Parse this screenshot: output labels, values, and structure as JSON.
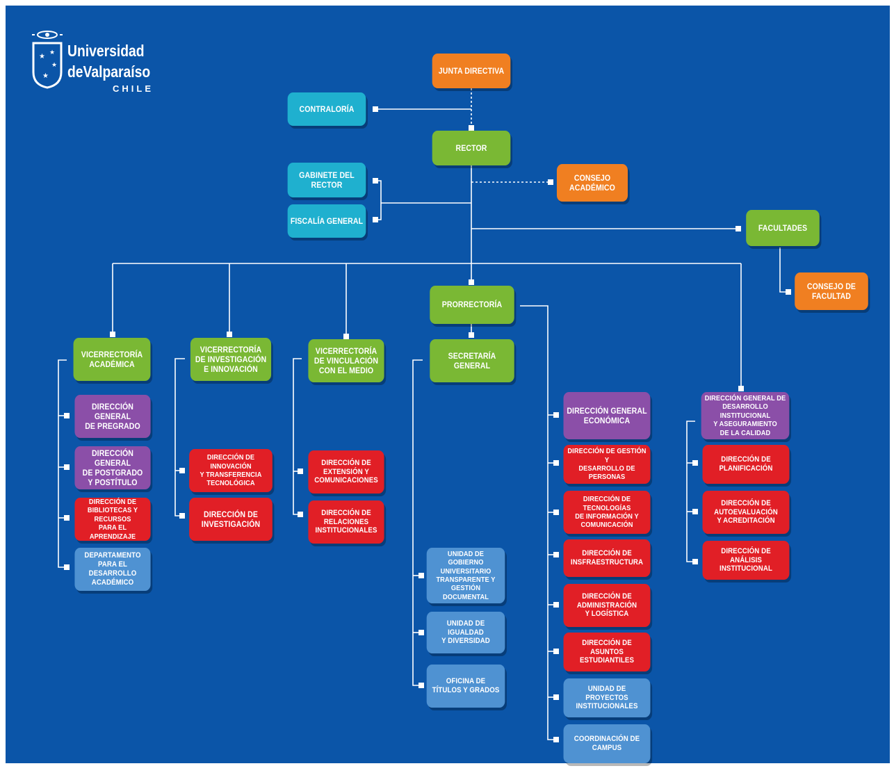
{
  "logo": {
    "line1": "Universidad",
    "line2": "deValparaíso",
    "line3": "CHILE"
  },
  "colors": {
    "background": "#0b55a8",
    "board": "#f07f21",
    "oversight": "#1fb0cf",
    "executive": "#7ab834",
    "directorate_general": "#8b4fa8",
    "directorate": "#e11f26",
    "unit": "#4f92d2",
    "connector": "#ffffff"
  },
  "nodes": {
    "junta_directiva": "JUNTA DIRECTIVA",
    "contraloria": "CONTRALORÍA",
    "rector": "RECTOR",
    "gabinete_rector": "GABINETE DEL\nRECTOR",
    "fiscalia_general": "FISCALÍA GENERAL",
    "consejo_academico": "CONSEJO\nACADÉMICO",
    "facultades": "FACULTADES",
    "consejo_facultad": "CONSEJO DE\nFACULTAD",
    "prorrectoria": "PRORRECTORÍA",
    "vice_academica": "VICERRECTORÍA\nACADÉMICA",
    "vice_investigacion": "VICERRECTORÍA\nDE INVESTIGACIÓN\nE INNOVACIÓN",
    "vice_vinculacion": "VICERRECTORÍA\nDE VINCULACIÓN\nCON EL MEDIO",
    "secretaria_general": "SECRETARÍA\nGENERAL",
    "dg_pregrado": "DIRECCIÓN GENERAL\nDE PREGRADO",
    "dg_postgrado": "DIRECCIÓN GENERAL\nDE POSTGRADO\nY POSTÍTULO",
    "dir_bibliotecas": "DIRECCIÓN DE\nBIBLIOTECAS Y RECURSOS\nPARA EL APRENDIZAJE",
    "depto_desarrollo": "DEPARTAMENTO\nPARA EL DESARROLLO\nACADÉMICO",
    "dir_innovacion": "DIRECCIÓN DE INNOVACIÓN\nY TRANSFERENCIA\nTECNOLÓGICA",
    "dir_investigacion": "DIRECCIÓN DE\nINVESTIGACIÓN",
    "dir_extension": "DIRECCIÓN DE\nEXTENSIÓN Y\nCOMUNICACIONES",
    "dir_relaciones": "DIRECCIÓN DE\nRELACIONES\nINSTITUCIONALES",
    "unidad_gobierno": "UNIDAD DE GOBIERNO\nUNIVERSITARIO\nTRANSPARENTE Y\nGESTIÓN DOCUMENTAL",
    "unidad_igualdad": "UNIDAD DE IGUALDAD\nY DIVERSIDAD",
    "oficina_titulos": "OFICINA DE\nTÍTULOS Y GRADOS",
    "dg_economica": "DIRECCIÓN GENERAL\nECONÓMICA",
    "dir_personas": "DIRECCIÓN DE GESTIÓN Y\nDESARROLLO DE PERSONAS",
    "dir_tecnologias": "DIRECCIÓN DE TECNOLOGÍAS\nDE INFORMACIÓN Y\nCOMUNICACIÓN",
    "dir_infraestructura": "DIRECCIÓN DE\nINSFRAESTRUCTURA",
    "dir_administracion": "DIRECCIÓN DE\nADMINISTRACIÓN\nY LOGÍSTICA",
    "dir_estudiantiles": "DIRECCIÓN DE\nASUNTOS ESTUDIANTILES",
    "unidad_proyectos": "UNIDAD DE PROYECTOS\nINSTITUCIONALES",
    "coord_campus": "COORDINACIÓN DE\nCAMPUS",
    "dg_desarrollo": "DIRECCIÓN GENERAL DE\nDESARROLLO INSTITUCIONAL\nY ASEGURAMIENTO\nDE LA CALIDAD",
    "dir_planificacion": "DIRECCIÓN DE\nPLANIFICACIÓN",
    "dir_autoevaluacion": "DIRECCIÓN DE\nAUTOEVALUACIÓN\nY ACREDITACIÓN",
    "dir_analisis": "DIRECCIÓN DE\nANÁLISIS INSTITUCIONAL"
  }
}
